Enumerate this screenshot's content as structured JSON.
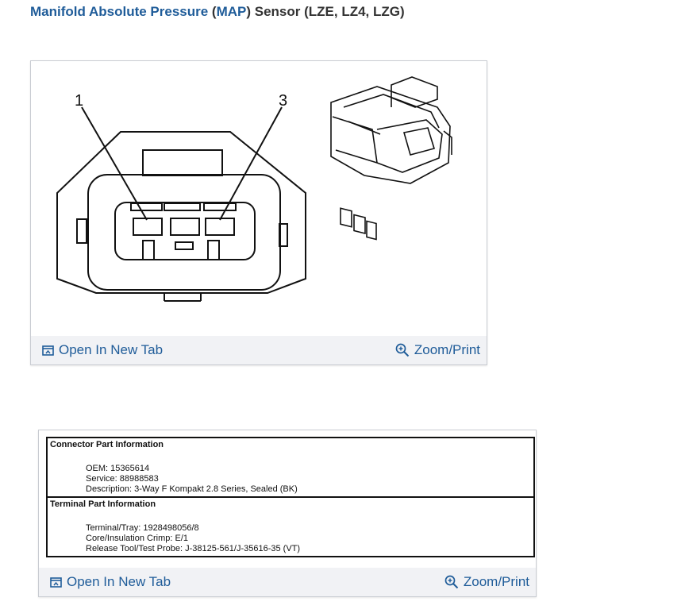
{
  "heading": {
    "part1": "Manifold Absolute Pressure",
    "part2": " (",
    "part3": "MAP",
    "part4": ") Sensor (LZE, LZ4, LZG)"
  },
  "figure1": {
    "callouts": [
      "1",
      "3"
    ],
    "open_label": "Open In New Tab",
    "zoom_label": "Zoom/Print"
  },
  "figure2": {
    "sections": [
      {
        "title": "Connector Part Information",
        "lines": [
          "OEM: 15365614",
          "Service: 88988583",
          "Description: 3-Way F Kompakt 2.8 Series, Sealed (BK)"
        ]
      },
      {
        "title": "Terminal Part Information",
        "lines": [
          "Terminal/Tray: 1928498056/8",
          "Core/Insulation Crimp: E/1",
          "Release Tool/Test Probe: J-38125-561/J-35616-35 (VT)"
        ]
      }
    ],
    "open_label": "Open In New Tab",
    "zoom_label": "Zoom/Print"
  },
  "colors": {
    "link": "#1f5c99",
    "bar": "#f1f2f5",
    "border": "#c9ccd2"
  },
  "icons": [
    "open-new-tab-icon",
    "zoom-icon"
  ]
}
